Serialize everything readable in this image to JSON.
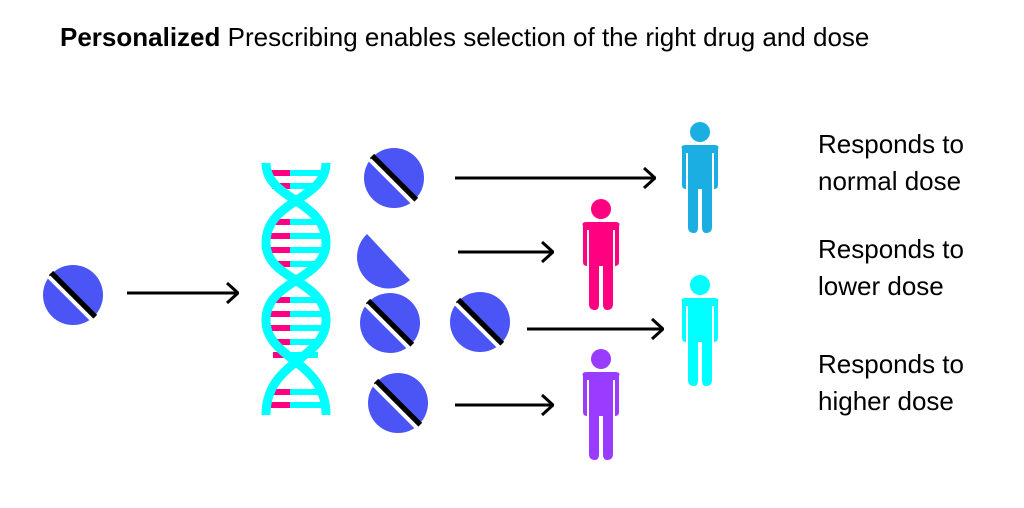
{
  "title": {
    "bold": "Personalized",
    "rest": " Prescribing enables selection of the right drug and dose"
  },
  "colors": {
    "pill": "#4B55F5",
    "dna": "#00FFFF",
    "dna_base": "#FF0080",
    "person_normal": "#1AAEE3",
    "person_lower": "#FF0080",
    "person_higher_cyan": "#00FFFF",
    "person_higher_purple": "#9A3CFF"
  },
  "outcomes": [
    {
      "line1": "Responds to",
      "line2": "normal dose"
    },
    {
      "line1": "Responds to",
      "line2": "lower dose"
    },
    {
      "line1": "Responds to",
      "line2": "higher dose"
    }
  ],
  "icons": [
    "pill-icon",
    "dna-icon",
    "half-pill-icon",
    "person-icon",
    "arrow-icon"
  ]
}
